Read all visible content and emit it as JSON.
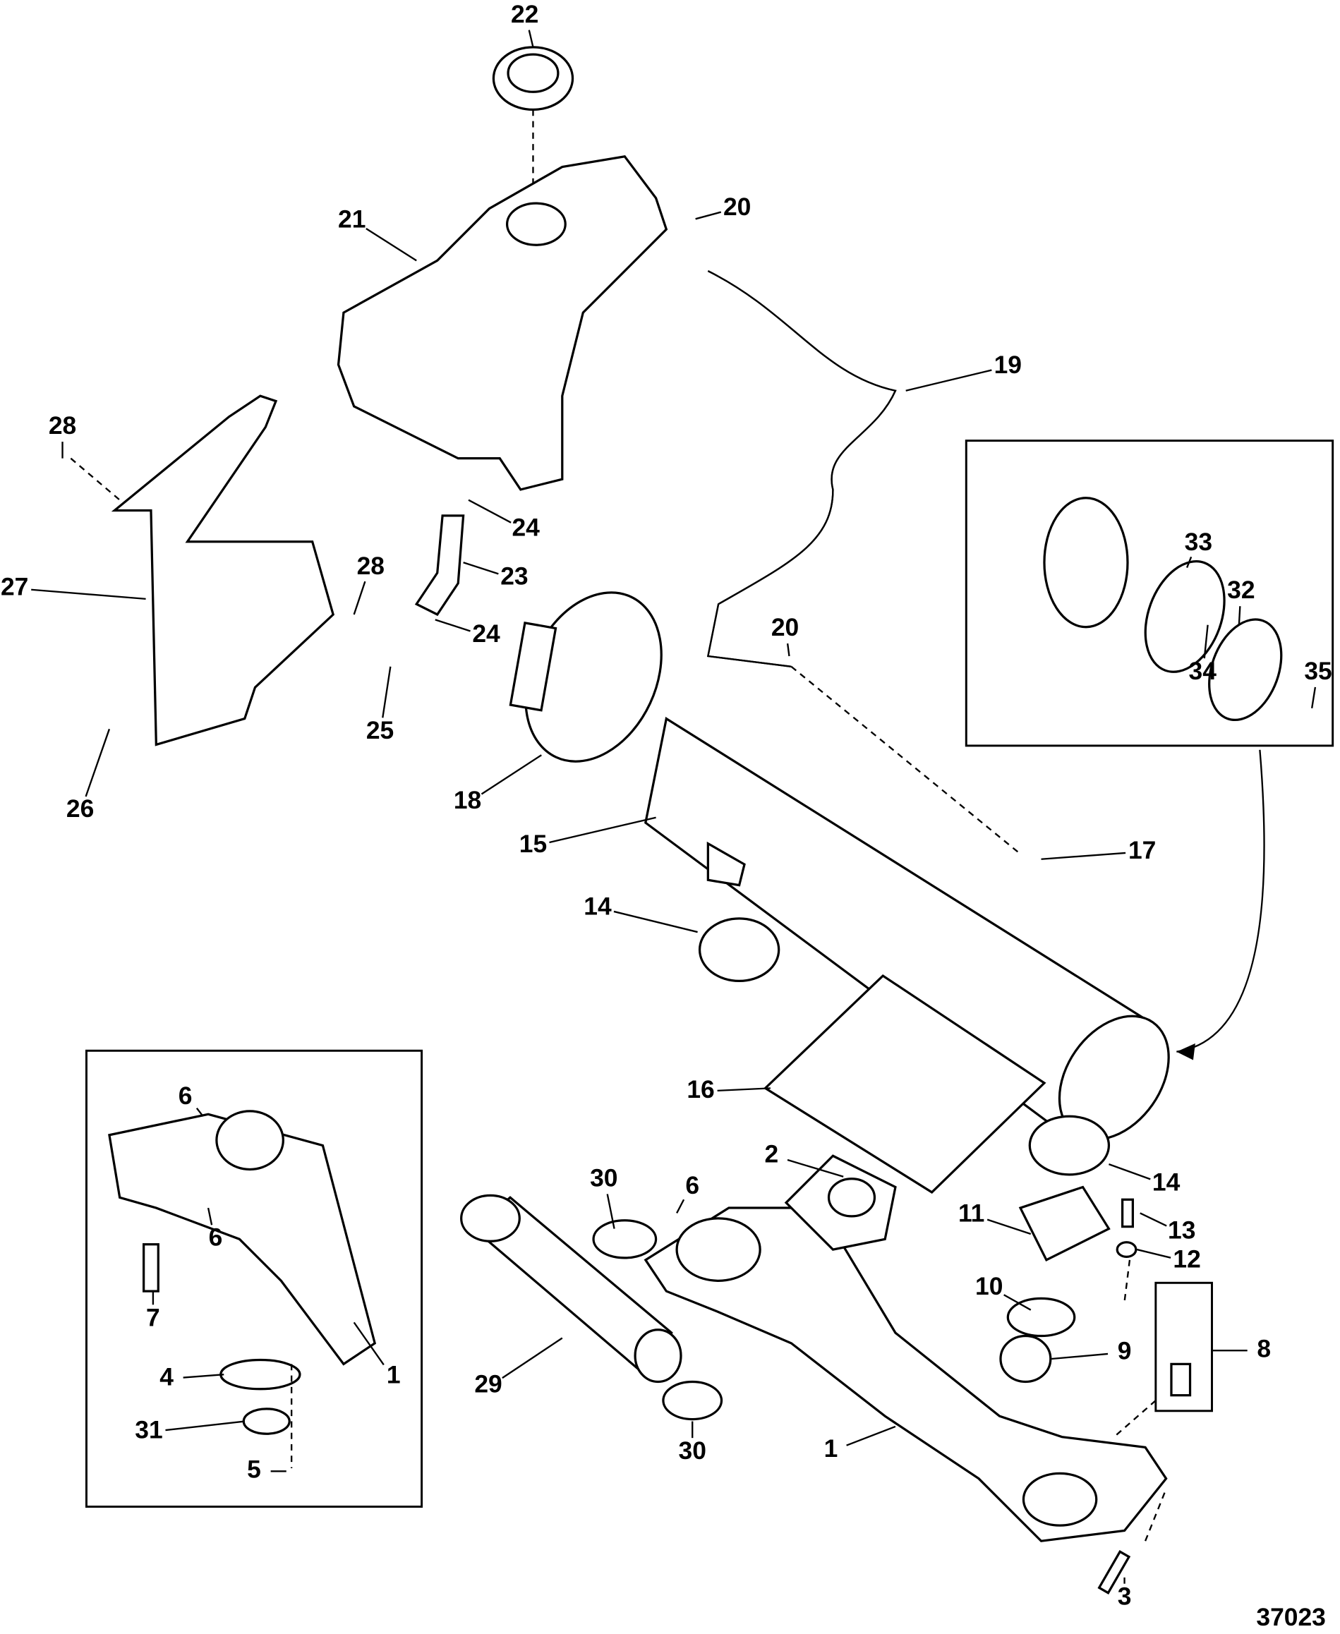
{
  "figure_id": "37023",
  "callouts": [
    "22",
    "21",
    "20",
    "19",
    "28",
    "24",
    "23",
    "28",
    "27",
    "24",
    "20",
    "33",
    "32",
    "34",
    "35",
    "25",
    "26",
    "18",
    "15",
    "17",
    "14",
    "16",
    "6",
    "2",
    "30",
    "6",
    "14",
    "6",
    "11",
    "13",
    "12",
    "7",
    "10",
    "8",
    "9",
    "1",
    "4",
    "29",
    "31",
    "30",
    "1",
    "5",
    "3"
  ]
}
